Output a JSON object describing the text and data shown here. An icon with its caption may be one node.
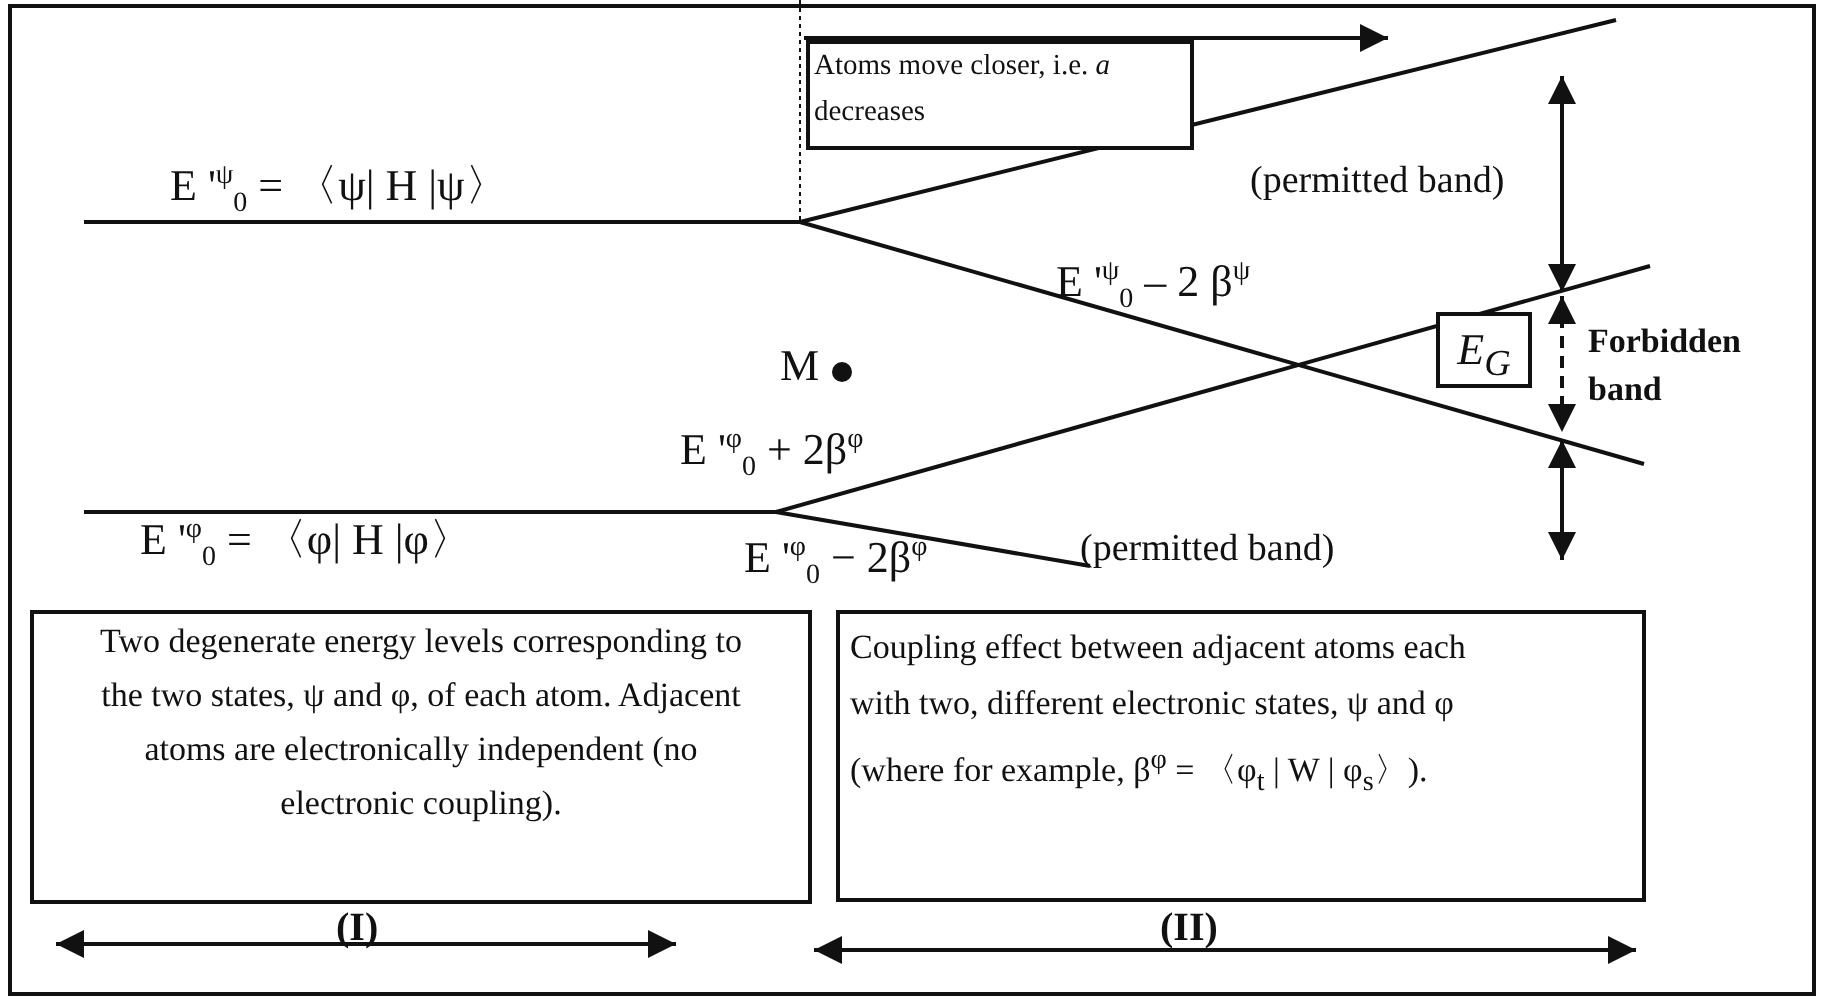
{
  "diagram": {
    "nodes": [
      {
        "text": [
          "Atoms move closer, i.e. *a* decreases"
        ]
      },
      {
        "text": [
          "E$_{G}$"
        ]
      },
      {
        "text": [
          "Two degenerate energy levels corresponding to the two states, ψ  and φ, of each atom. Adjacent atoms are electronically independent (no electronic coupling)."
        ],
        "beside": [
          "(I)"
        ]
      },
      {
        "text": [
          "Coupling effect between adjacent atoms each with two, different electronic states, ψ and φ (where for example, β$^{φ}$ = 〈φ$_{t}$ | W | φ$_{s}$〉)."
        ],
        "beside": [
          "(II)"
        ]
      }
    ],
    "edges": [],
    "labels": [
      "E '$^{ψ}$$_{0}$ = 〈ψ| H |ψ〉",
      "(permitted band)",
      "E '$^{ψ}$$_{0}$ – 2 β$^{ψ}$",
      "M",
      "E '$^{φ}$$_{0}$ + 2β$^{φ}$",
      "Forbidden band",
      "E '$^{φ}$$_{0}$ = 〈φ| H |φ〉",
      "E '$^{φ}$$_{0}$ − 2β$^{φ}$",
      "(permitted band)"
    ]
  }
}
